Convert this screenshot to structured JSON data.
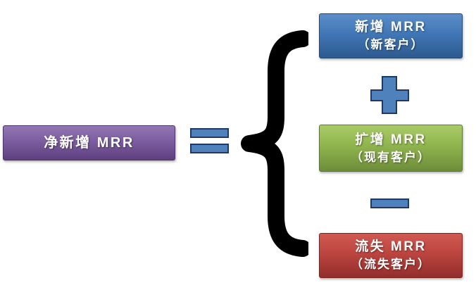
{
  "left_box": {
    "label": "净新增 MRR"
  },
  "right_boxes": [
    {
      "id": "new-mrr",
      "line1": "新增 MRR",
      "line2": "（新客户）"
    },
    {
      "id": "expansion-mrr",
      "line1": "扩增 MRR",
      "line2": "（现有客户）"
    },
    {
      "id": "churned-mrr",
      "line1": "流失 MRR",
      "line2": "（流失客户）"
    }
  ],
  "operators": {
    "equals": "=",
    "plus": "+",
    "minus": "−",
    "brace": "{"
  },
  "colors": {
    "bg": "#ffffff",
    "text": "#ffffff",
    "purple-top": "#9177b2",
    "purple-mid": "#7c5da0",
    "purple-bottom": "#5e3f7e",
    "purple-border": "#4f356b",
    "blue-top": "#5b8ec9",
    "blue-mid": "#4177b6",
    "blue-bottom": "#2d5a8f",
    "blue-border": "#24496e",
    "green-top": "#a9cb67",
    "green-mid": "#8fb44e",
    "green-bottom": "#6d8c39",
    "green-border": "#5c7830",
    "red-top": "#d05a52",
    "red-mid": "#bc4540",
    "red-bottom": "#932e2b",
    "red-border": "#7a2522",
    "op-fill": "#4f81bd",
    "op-stroke": "#1f3864",
    "brace": "#000000"
  }
}
